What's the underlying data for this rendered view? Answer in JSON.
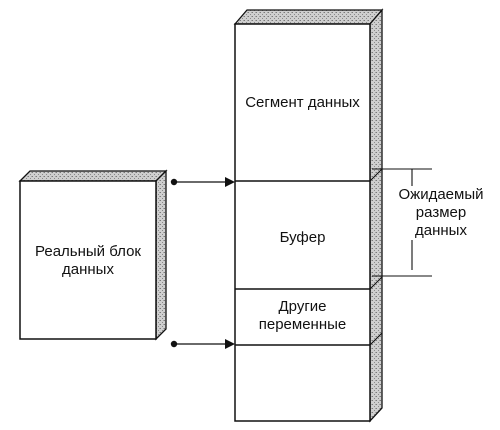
{
  "diagram": {
    "real_block_label": "Реальный блок\nданных",
    "data_segment_label": "Сегмент данных",
    "buffer_label": "Буфер",
    "other_variables_label": "Другие\nпеременные",
    "expected_size_label": "Ожидаемый\nразмер\nданных"
  },
  "colors": {
    "ink": "#111111",
    "shade": "#bdbdbd",
    "background": "#ffffff"
  }
}
